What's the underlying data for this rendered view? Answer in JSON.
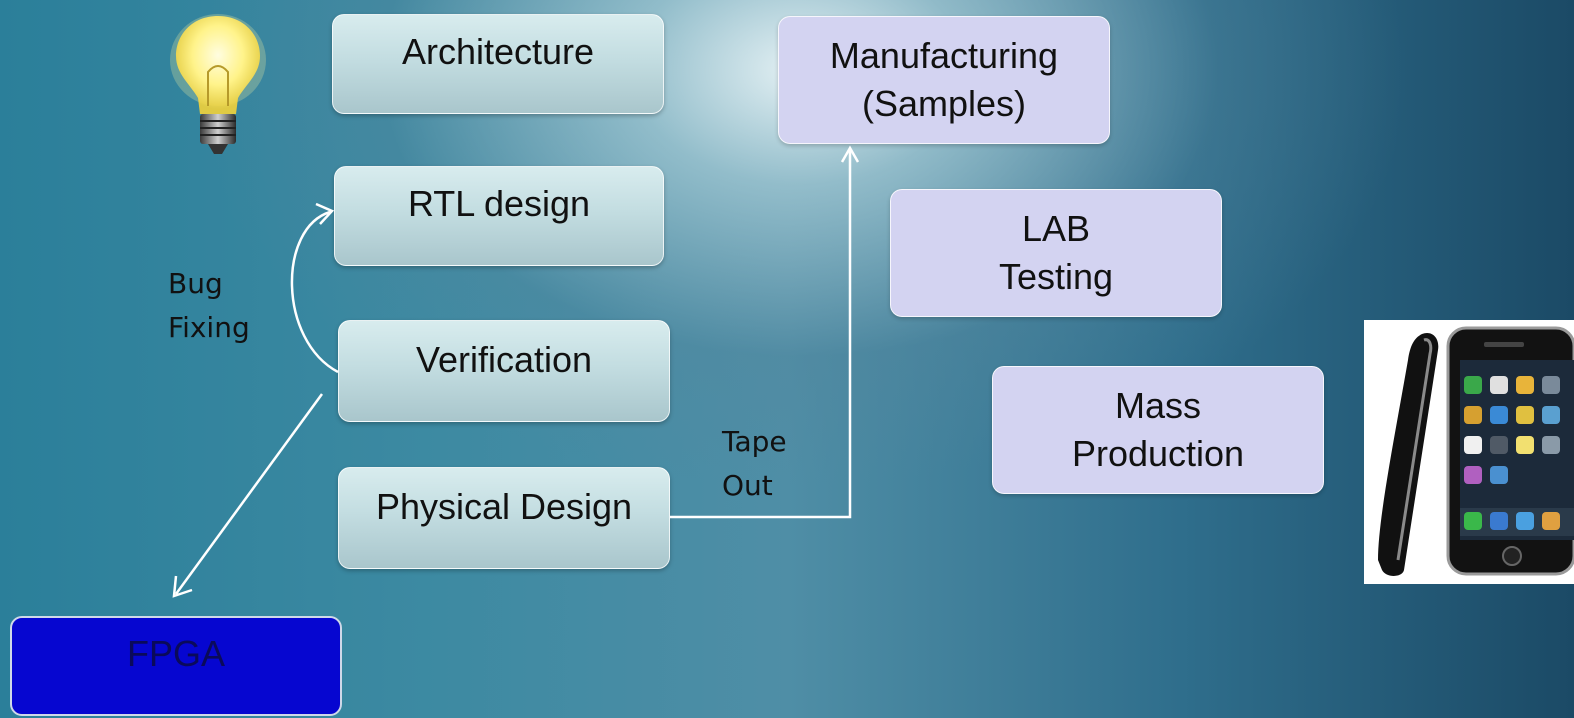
{
  "boxes": {
    "architecture": "Architecture",
    "rtl_design": "RTL design",
    "verification": "Verification",
    "physical_design": "Physical Design",
    "manufacturing": "Manufacturing\n(Samples)",
    "lab_testing": "LAB\nTesting",
    "mass_production": "Mass\nProduction",
    "fpga": "FPGA"
  },
  "labels": {
    "bug_fixing": "Bug\nFixing",
    "tape_out": "Tape\nOut"
  },
  "colors": {
    "process_box": "#c3dde1",
    "fab_box": "#d3d3f1",
    "fpga_box": "#0606d0",
    "arrows": "#ffffff"
  },
  "icons": [
    "lightbulb-icon",
    "smartphone-icon"
  ]
}
